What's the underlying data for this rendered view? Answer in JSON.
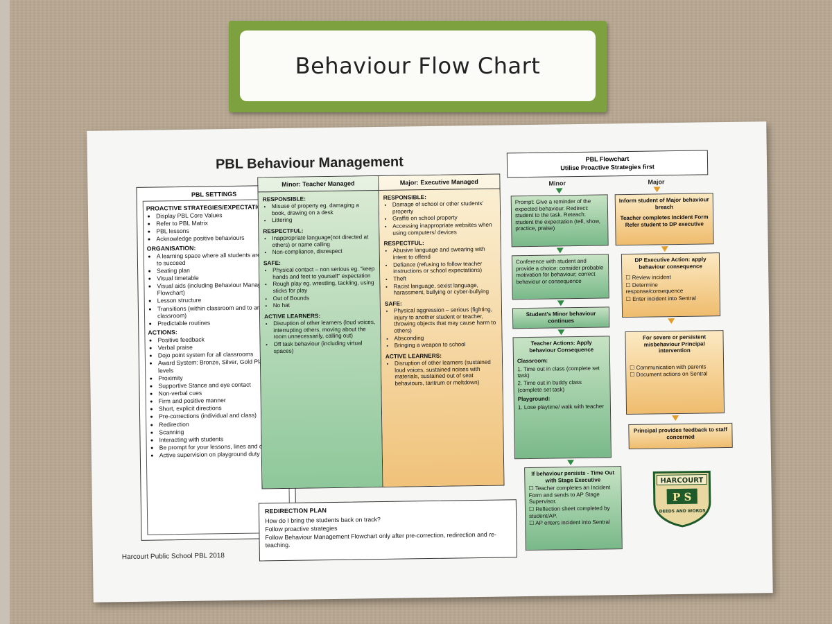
{
  "sign": {
    "text": "Behaviour Flow Chart"
  },
  "poster": {
    "title": "PBL Behaviour Management",
    "footer": "Harcourt Public School PBL 2018",
    "settings": {
      "heading": "PBL SETTINGS",
      "sections": [
        {
          "title": "PROACTIVE STRATEGIES/EXPECTATIONS:",
          "items": [
            "Display PBL Core Values",
            "Refer to PBL Matrix",
            "PBL lessons",
            "Acknowledge positive behaviours"
          ]
        },
        {
          "title": "ORGANISATION:",
          "items": [
            "A learning space where all students are set up to succeed",
            "Seating plan",
            "Visual timetable",
            "Visual aids (including Behaviour Management Flowchart)",
            "Lesson structure",
            "Transitions (within classroom and to and from classroom)",
            "Predictable routines"
          ]
        },
        {
          "title": "ACTIONS:",
          "items": [
            "Positive feedback",
            "Verbal praise",
            "Dojo point system for all classrooms",
            "Award System: Bronze, Silver, Gold Platinum levels",
            "Proximity",
            "Supportive Stance and eye contact",
            "Non-verbal cues",
            "Firm and positive manner",
            "Short, explicit directions",
            "Pre-corrections (individual and class)",
            "Redirection",
            "Scanning",
            "Interacting with students",
            "Be prompt for your lessons, lines and duties",
            "Active supervision on playground duty"
          ]
        }
      ]
    },
    "minor": {
      "heading": "Minor: Teacher Managed",
      "sections": [
        {
          "title": "RESPONSIBLE:",
          "items": [
            "Misuse of property eg. damaging a book, drawing on a desk",
            "Littering"
          ]
        },
        {
          "title": "RESPECTFUL:",
          "items": [
            "Inappropriate language(not directed at others) or name calling",
            "Non-compliance, disrespect"
          ]
        },
        {
          "title": "SAFE:",
          "items": [
            "Physical contact – non serious eg. \"keep hands and feet to yourself\" expectation",
            "Rough play eg. wrestling, tackling, using sticks for play",
            "Out of Bounds",
            "No hat"
          ]
        },
        {
          "title": "ACTIVE LEARNERS:",
          "items": [
            "Disruption of other learners (loud voices, interrupting others, moving about the room unnecessarily, calling out)",
            "Off task behaviour (including virtual spaces)"
          ]
        }
      ]
    },
    "major": {
      "heading": "Major: Executive Managed",
      "sections": [
        {
          "title": "RESPONSIBLE:",
          "items": [
            "Damage of school or other students' property",
            "Graffiti on school property",
            "Accessing inappropriate websites when using computers/ devices"
          ]
        },
        {
          "title": "RESPECTFUL:",
          "items": [
            "Abusive language and swearing with intent to offend",
            "Defiance (refusing to follow teacher instructions or school expectations)",
            "Theft",
            "Racist language, sexist language, harassment, bullying or cyber-bullying"
          ]
        },
        {
          "title": "SAFE:",
          "items": [
            "Physical aggression – serious (fighting, injury to another student or teacher, throwing objects that may cause harm to others)",
            "Absconding",
            "Bringing a weapon to school"
          ]
        },
        {
          "title": "ACTIVE LEARNERS:",
          "items": [
            "Disruption of other learners (sustained loud voices, sustained noises with materials, sustained out of seat behaviours, tantrum or meltdown)"
          ]
        }
      ]
    },
    "redirection": {
      "heading": "REDIRECTION PLAN",
      "lines": [
        "How do I bring the students back on track?",
        "Follow proactive strategies",
        "Follow Behaviour Management Flowchart only after pre-correction, redirection and re-teaching."
      ]
    },
    "flowchart": {
      "title_line1": "PBL Flowchart",
      "title_line2": "Utilise Proactive Strategies first",
      "minor_label": "Minor",
      "major_label": "Major",
      "minor_steps": [
        {
          "text": "Prompt: Give a reminder of the expected behaviour. Redirect: student to the task. Reteach: student the expectation (tell, show, practice, praise)"
        },
        {
          "text": "Conference with student and provide a choice: consider probable motivation for behaviour; correct behaviour or consequence"
        },
        {
          "text": "Student's Minor behaviour continues"
        },
        {
          "head": "Teacher Actions: Apply behaviour Consequence",
          "sub1": "Classroom:",
          "items1": [
            "1. Time out in class (complete set task)",
            "2. Time out in buddy class (complete set task)"
          ],
          "sub2": "Playground:",
          "items2": [
            "1. Lose playtime/ walk with teacher"
          ]
        },
        {
          "head": "If behaviour persists - Time Out with Stage Executive",
          "items": [
            "☐ Teacher completes an Incident Form and sends to AP Stage Supervisor.",
            "☐ Reflection sheet completed by student/AP.",
            "☐ AP enters incident into Sentral"
          ]
        }
      ],
      "major_steps": [
        {
          "lines": [
            "Inform student of Major behaviour breach",
            "Teacher completes Incident Form",
            "Refer student to DP executive"
          ]
        },
        {
          "head": "DP Executive Action: apply behaviour consequence",
          "items": [
            "☐ Review incident",
            "☐ Determine response/consequence",
            "☐ Enter incident into Sentral"
          ]
        },
        {
          "head": "For severe or persistent misbehaviour Principal intervention",
          "items": [
            "☐ Communication with parents",
            "☐ Document actions on Sentral"
          ]
        },
        {
          "text": "Principal provides feedback to staff concerned"
        }
      ]
    },
    "crest": {
      "name": "HARCOURT",
      "initials": "P S",
      "motto": "DEEDS AND WORDS"
    }
  }
}
